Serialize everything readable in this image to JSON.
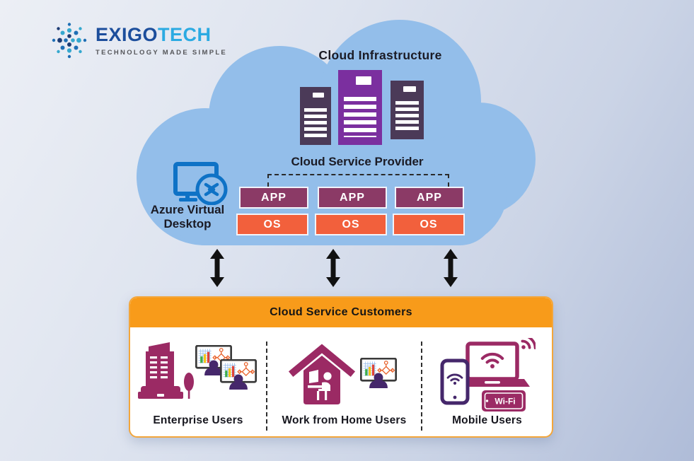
{
  "logo": {
    "brand_primary": "EXIGO",
    "brand_secondary": "TECH",
    "tagline": "TECHNOLOGY MADE SIMPLE"
  },
  "cloud": {
    "title": "Cloud Infrastructure",
    "provider_label": "Cloud Service Provider",
    "avd_line1": "Azure Virtual",
    "avd_line2": "Desktop",
    "app_labels": [
      "APP",
      "APP",
      "APP"
    ],
    "os_labels": [
      "OS",
      "OS",
      "OS"
    ]
  },
  "customers": {
    "header": "Cloud Service Customers",
    "groups": [
      {
        "label": "Enterprise Users"
      },
      {
        "label": "Work from Home Users"
      },
      {
        "label": "Mobile Users",
        "wifi_badge": "Wi-Fi"
      }
    ]
  },
  "colors": {
    "cloud_blue": "#93BEEA",
    "server_dark": "#4B3A58",
    "server_purple": "#7B2F9F",
    "app_plum": "#8B3A66",
    "os_orange": "#F2603C",
    "header_orange": "#F89B1A",
    "brand_navy": "#1C4E9C",
    "brand_cyan": "#2BAAE2",
    "icon_plum": "#9B2A64",
    "icon_violet": "#45276B",
    "azure_blue": "#0E72C6",
    "text_dark": "#1B1B25",
    "bg_start": "#ECEFF5",
    "bg_end": "#AFBCD8"
  }
}
